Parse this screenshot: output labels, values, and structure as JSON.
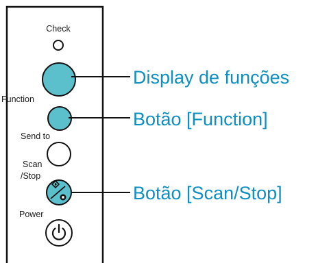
{
  "panel": {
    "check_label": "Check",
    "function_label": "Function",
    "send_to_label": "Send to",
    "scan_label": "Scan",
    "stop_label": "/Stop",
    "power_label": "Power"
  },
  "callouts": {
    "function_display": "Display de funções",
    "function_button": "Botão [Function]",
    "scan_stop_button": "Botão [Scan/Stop]"
  },
  "colors": {
    "button_fill": "#5cbfcc",
    "callout_text": "#0e8fbf",
    "outline": "#111111"
  },
  "icons": {
    "scan_stop": "scan-stop-icon",
    "power": "power-icon"
  }
}
